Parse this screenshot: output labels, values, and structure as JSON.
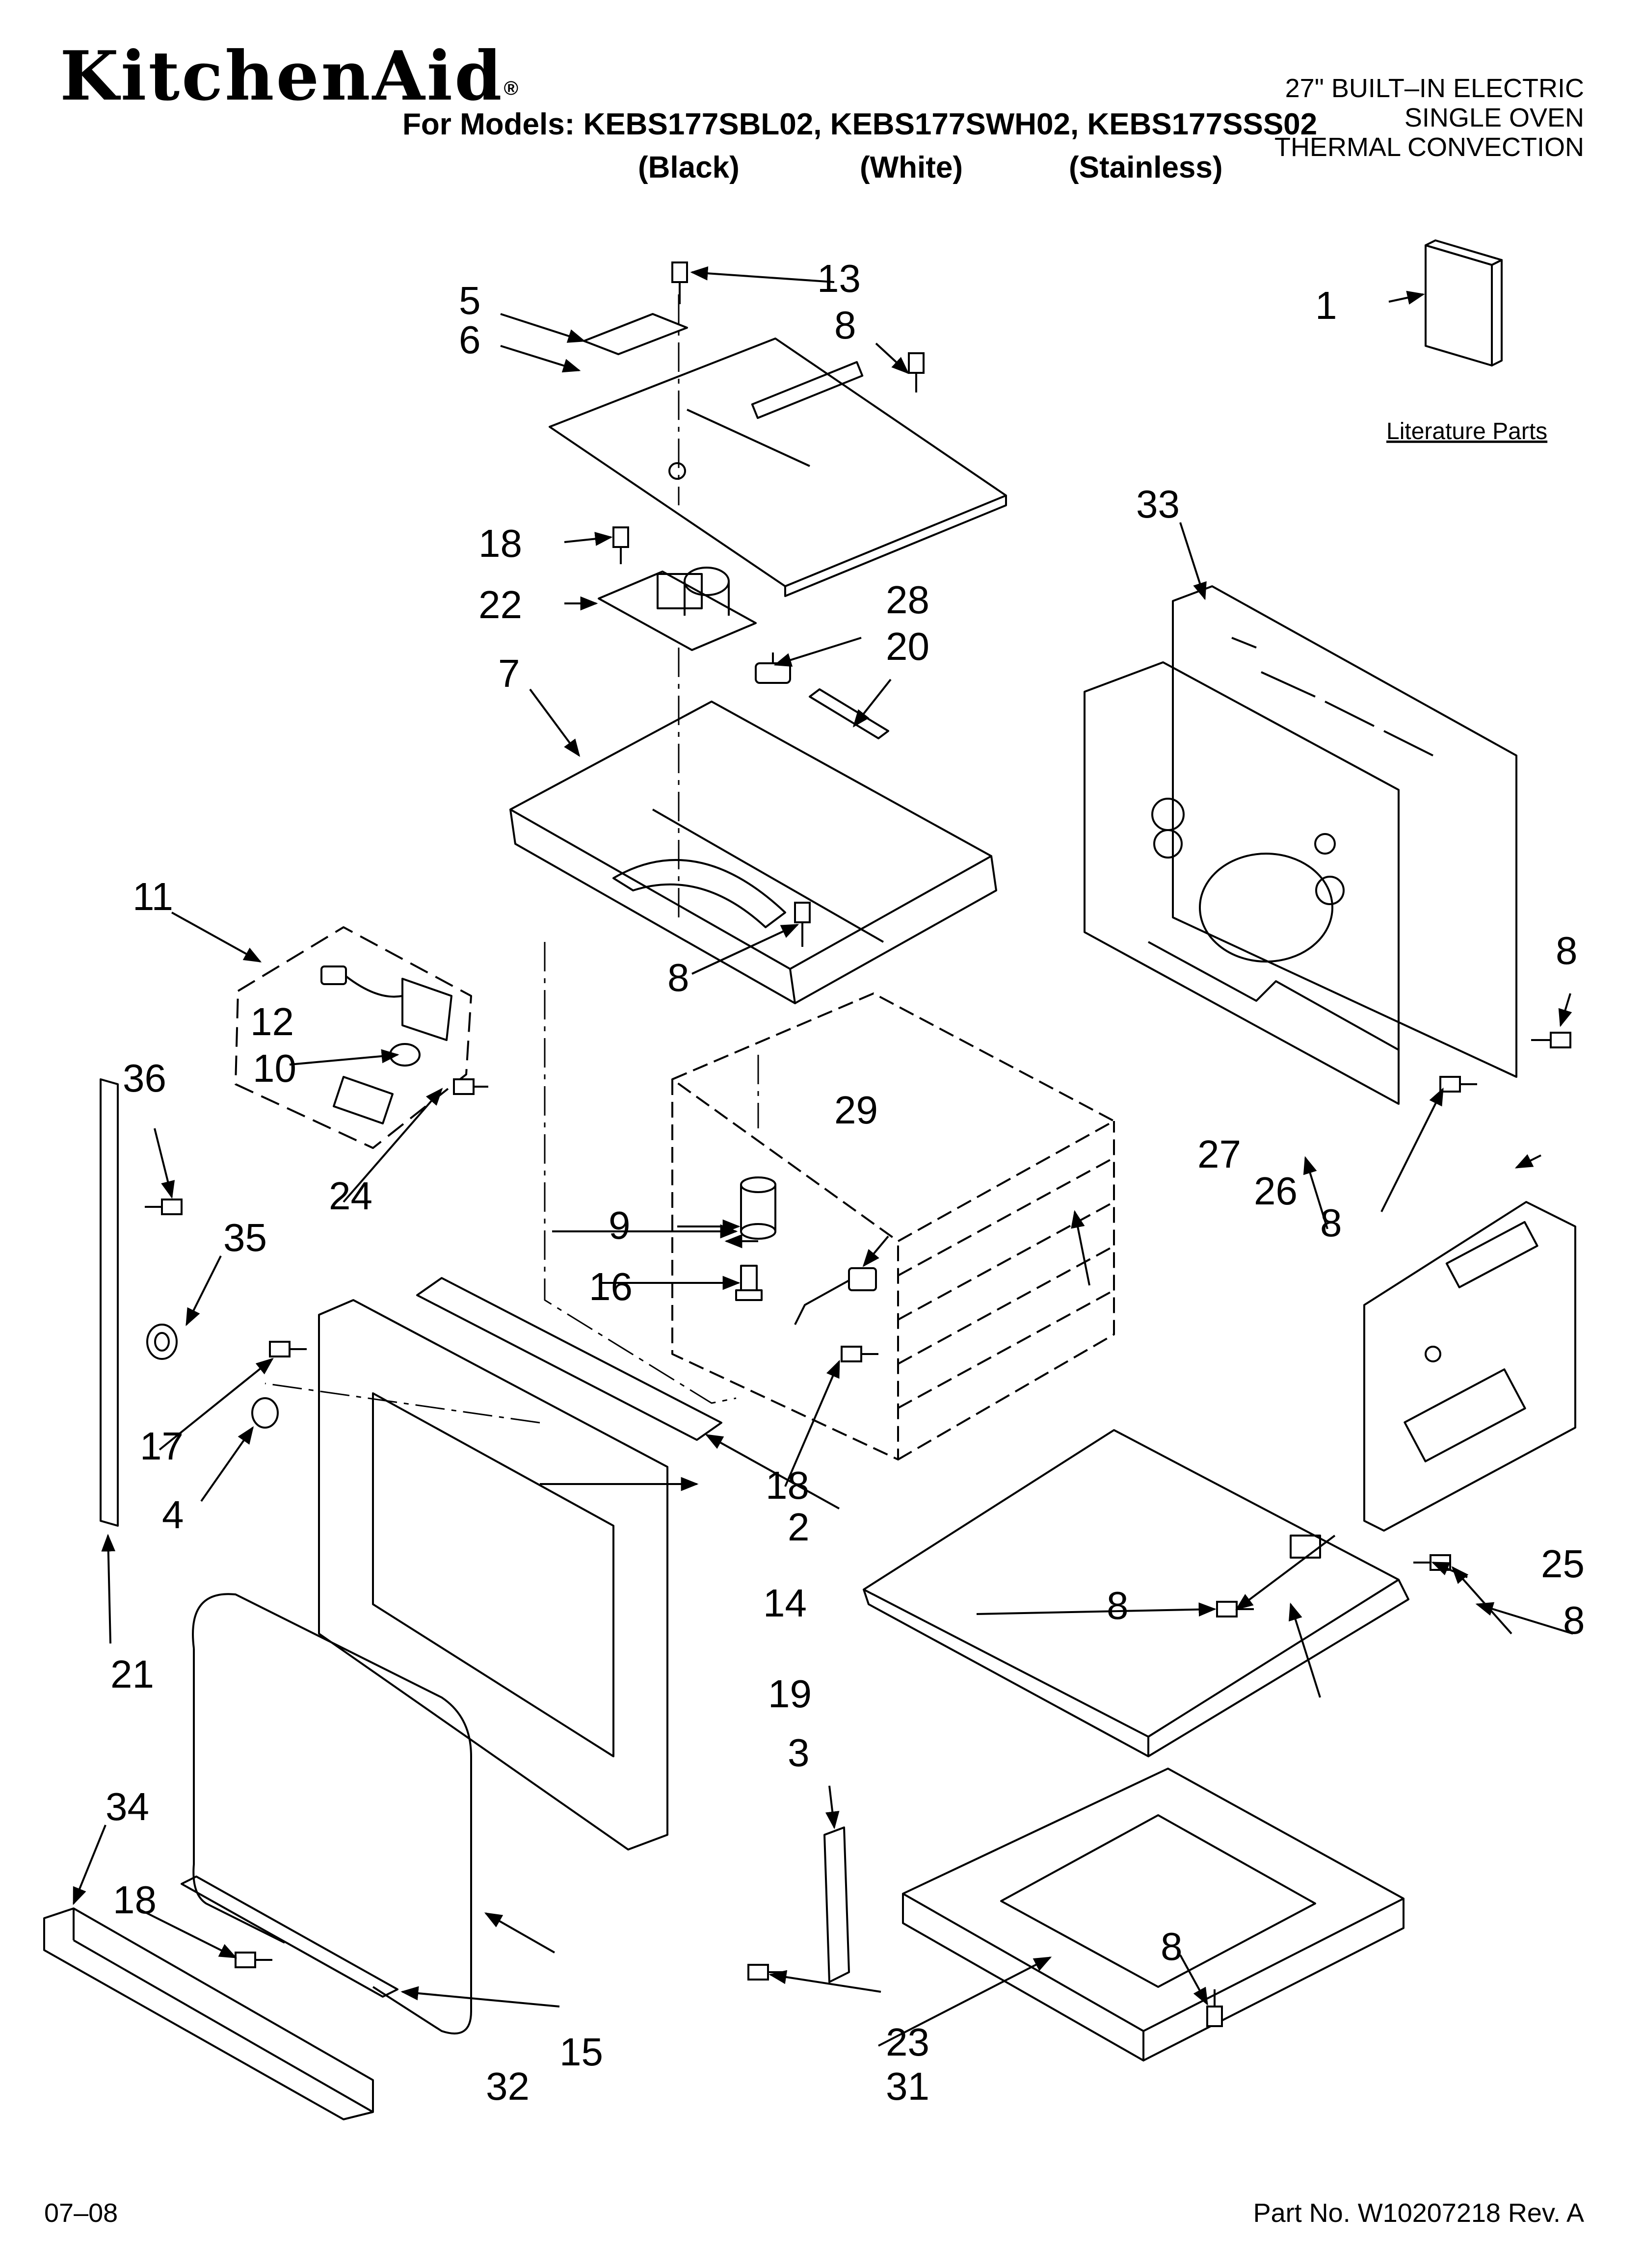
{
  "header": {
    "brand": "KitchenAid",
    "brand_mark": "®",
    "models_line": "For Models: KEBS177SBL02, KEBS177SWH02, KEBS177SSS02",
    "color_black": "(Black)",
    "color_white": "(White)",
    "color_stainless": "(Stainless)",
    "title_line1": "27\" BUILT–IN ELECTRIC",
    "title_line2": "SINGLE OVEN",
    "title_line3": "THERMAL CONVECTION"
  },
  "diagram": {
    "literature_label": "Literature Parts",
    "callouts": [
      "1",
      "2",
      "3",
      "4",
      "5",
      "6",
      "7",
      "8",
      "9",
      "10",
      "11",
      "12",
      "13",
      "14",
      "15",
      "16",
      "17",
      "18",
      "19",
      "20",
      "21",
      "22",
      "23",
      "24",
      "25",
      "26",
      "27",
      "28",
      "29",
      "31",
      "32",
      "33",
      "34",
      "35",
      "36"
    ]
  },
  "footer": {
    "date": "07–08",
    "part_number": "Part No. W10207218 Rev. A"
  },
  "colors": {
    "ink": "#000000",
    "paper": "#ffffff"
  }
}
